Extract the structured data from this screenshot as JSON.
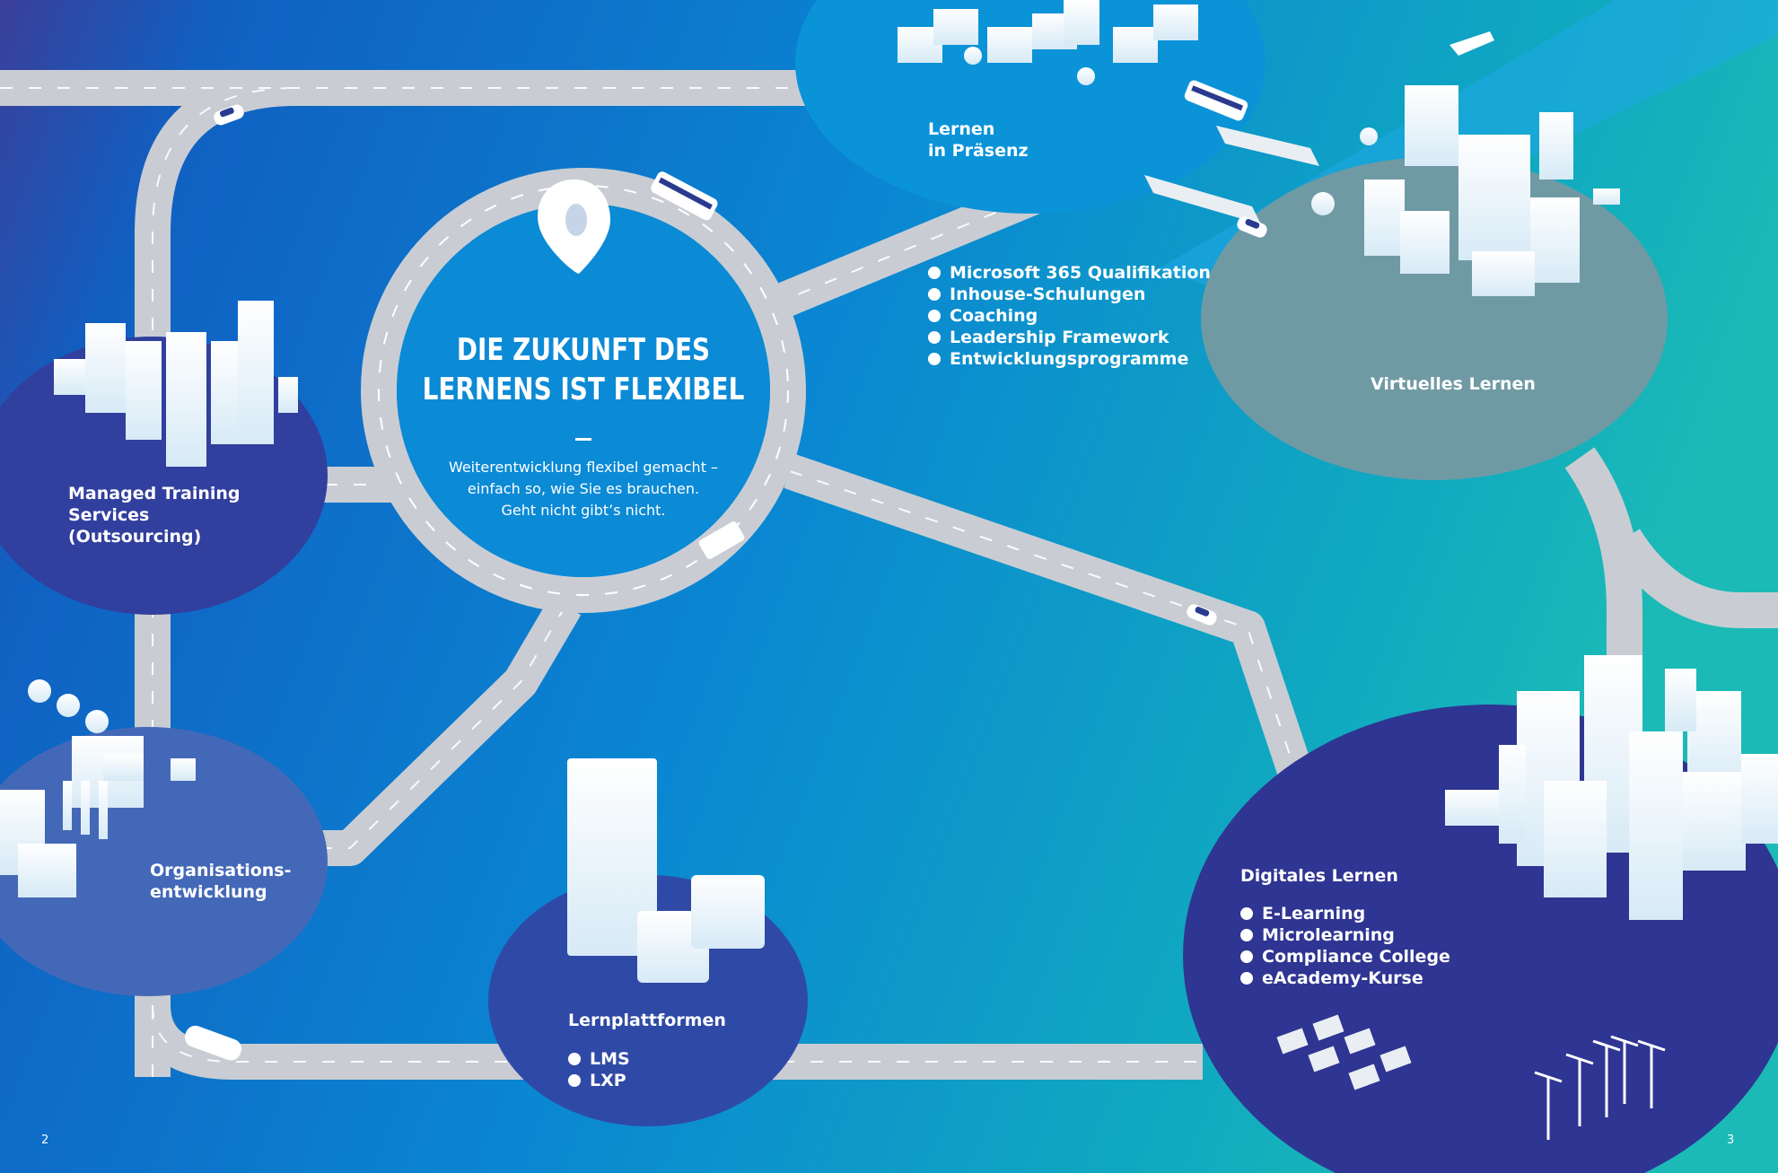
{
  "colors": {
    "background_start": "#3a3f9a",
    "background_mid": "#0a78cc",
    "background_end": "#16b3b8",
    "road": "#c9cdd3",
    "circle_dark": "#31389a",
    "circle_mid": "#4468b8",
    "circle_light": "#0b93d8",
    "circle_grey": "#6f9aa4"
  },
  "hero": {
    "title": "DIE ZUKUNFT DES\nLERNENS IST FLEXIBEL",
    "subtitle": "Weiterentwicklung flexibel gemacht –\neinfach so, wie Sie es brauchen.\nGeht nicht gibt’s nicht."
  },
  "areas": {
    "managed_training": {
      "title": "Managed Training\nServices\n(Outsourcing)"
    },
    "lernen_praesenz": {
      "title": "Lernen\nin Präsenz",
      "items": [
        "Microsoft 365 Qualifikation",
        "Inhouse-Schulungen",
        "Coaching",
        "Leadership Framework",
        "Entwicklungsprogramme"
      ]
    },
    "virtuelles_lernen": {
      "title": "Virtuelles Lernen"
    },
    "organisationsentwicklung": {
      "title": "Organisations-\nentwicklung"
    },
    "lernplattformen": {
      "title": "Lernplattformen",
      "items": [
        "LMS",
        "LXP"
      ]
    },
    "digitales_lernen": {
      "title": "Digitales Lernen",
      "items": [
        "E-Learning",
        "Microlearning",
        "Compliance College",
        "eAcademy-Kurse"
      ]
    }
  },
  "icons": {
    "location_pin": "map-pin-icon",
    "bus": "bus-icon",
    "car": "car-icon",
    "truck": "truck-icon",
    "boat": "boat-icon",
    "tanker": "tanker-truck-icon"
  },
  "page_numbers": {
    "left": "2",
    "right": "3"
  }
}
